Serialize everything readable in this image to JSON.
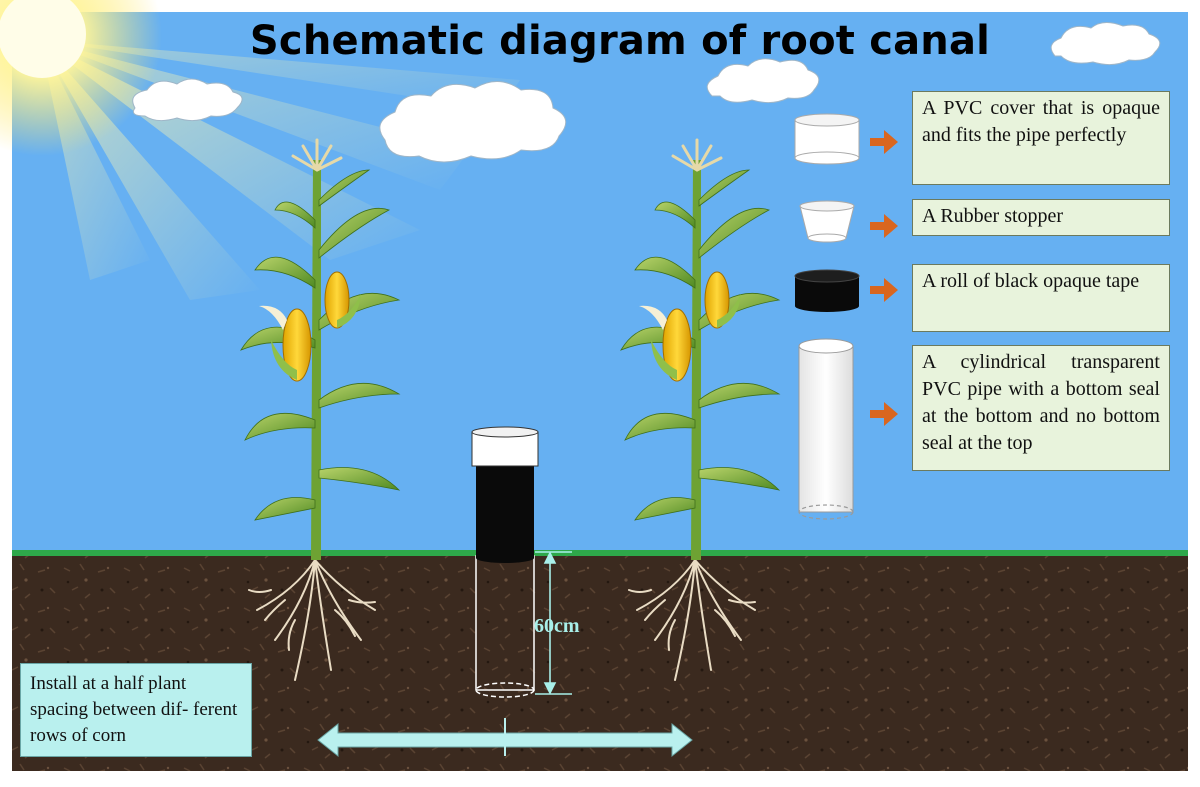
{
  "title": "Schematic diagram of root canal",
  "components": [
    {
      "id": "pvc-cover",
      "label": "A PVC cover that is opaque and fits the pipe perfectly"
    },
    {
      "id": "rubber-stopper",
      "label": "A Rubber stopper"
    },
    {
      "id": "black-tape",
      "label": "A roll of black opaque tape"
    },
    {
      "id": "pvc-pipe",
      "label": "A cylindrical transparent PVC pipe with a bottom seal at the bottom and no bottom seal at the top"
    }
  ],
  "depth_label": "60cm",
  "install_note": "Install at a half plant spacing between dif- ferent rows of corn",
  "colors": {
    "sky": "#66b0f2",
    "soil": "#3b2a1f",
    "grass": "#2ea84a",
    "label_bg": "#e8f3dc",
    "install_bg": "#b9f0ee",
    "arrow_orange": "#d9661f",
    "measure": "#a8efe9"
  }
}
